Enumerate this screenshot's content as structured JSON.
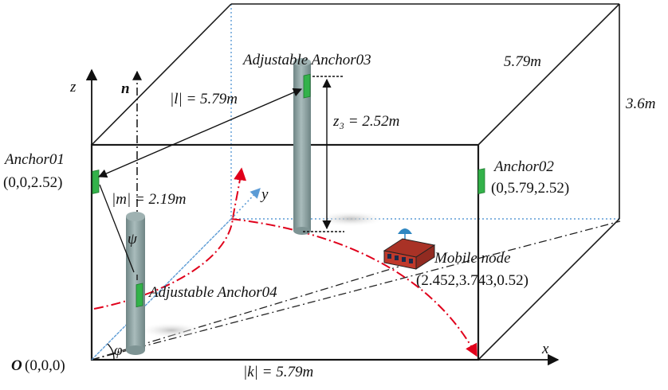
{
  "labels": {
    "adjustable_anchor03": "Adjustable Anchor03",
    "adjustable_anchor04": "Adjustable Anchor04",
    "anchor01_name": "Anchor01",
    "anchor01_coords": "(0,0,2.52)",
    "anchor02_name": "Anchor02",
    "anchor02_coords": "(0,5.79,2.52)",
    "mobile_node_name": "Mobile node",
    "mobile_node_coords": "(2.452,3.743,0.52)",
    "origin_symbol": "O",
    "origin_coords": "(0,0,0)",
    "axis_x": "x",
    "axis_y": "y",
    "axis_z": "z",
    "normal_n": "n",
    "len_l": "|l| = 5.79m",
    "len_m": "|m| = 2.19m",
    "len_k": "|k| = 5.79m",
    "z3": "z₃ = 2.52m",
    "depth_dim": "5.79m",
    "height_dim": "3.6m",
    "angle_psi": "ψ",
    "angle_phi": "φ"
  },
  "colors": {
    "box_edge": "#1a1a1a",
    "hidden_edge": "#5b9bd5",
    "trajectory": "#e0001b",
    "pillar": "#8fa5a5",
    "antenna": "#33b24a",
    "node_body": "#c0392b",
    "node_antenna": "#2e86c1"
  }
}
